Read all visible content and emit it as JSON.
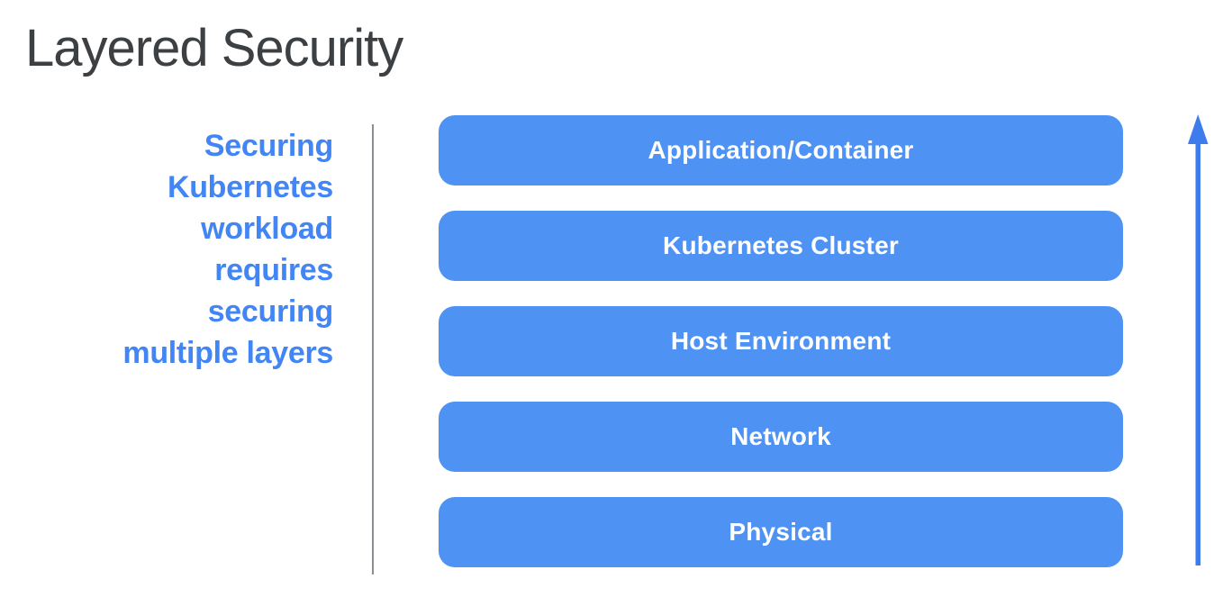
{
  "title": "Layered Security",
  "caption": {
    "lines": [
      "Securing",
      "Kubernetes",
      "workload",
      "requires",
      "securing",
      "multiple layers"
    ]
  },
  "layers": [
    {
      "label": "Application/Container"
    },
    {
      "label": "Kubernetes Cluster"
    },
    {
      "label": "Host Environment"
    },
    {
      "label": "Network"
    },
    {
      "label": "Physical"
    }
  ],
  "arrow": {
    "direction": "up"
  },
  "colors": {
    "title_text": "#3c4043",
    "caption_text": "#4285f4",
    "bar_fill": "#4e92f3",
    "bar_text": "#ffffff",
    "divider": "#8a8f94",
    "arrow": "#3e7ced",
    "background": "#ffffff"
  }
}
